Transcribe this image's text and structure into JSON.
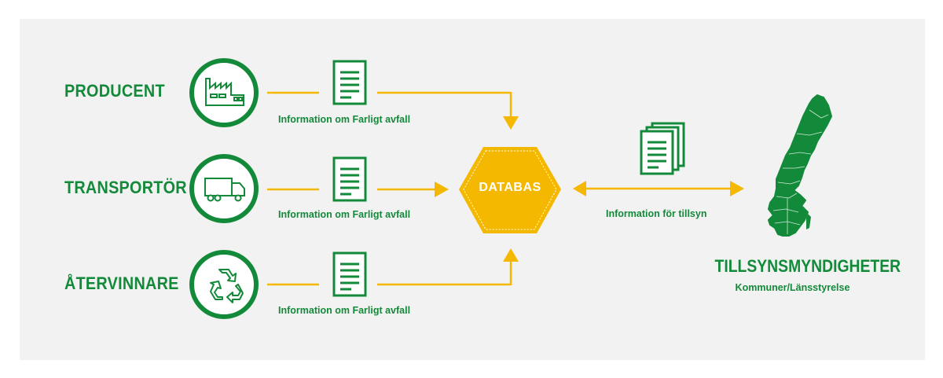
{
  "actors": [
    {
      "label": "PRODUCENT",
      "icon": "factory-icon",
      "info_label": "Information om Farligt avfall"
    },
    {
      "label": "TRANSPORTÖR",
      "icon": "truck-icon",
      "info_label": "Information om Farligt avfall"
    },
    {
      "label": "ÅTERVINNARE",
      "icon": "recycle-icon",
      "info_label": "Information om Farligt avfall"
    }
  ],
  "database": {
    "label": "DATABAS"
  },
  "supervision": {
    "info_label": "Information för tillsyn"
  },
  "authority": {
    "title": "TILLSYNSMYNDIGHETER",
    "subtitle": "Kommuner/Länsstyrelse",
    "icon": "sweden-map-icon"
  },
  "colors": {
    "green": "#138a3a",
    "yellow": "#f5b800",
    "background": "#f2f2f2"
  }
}
